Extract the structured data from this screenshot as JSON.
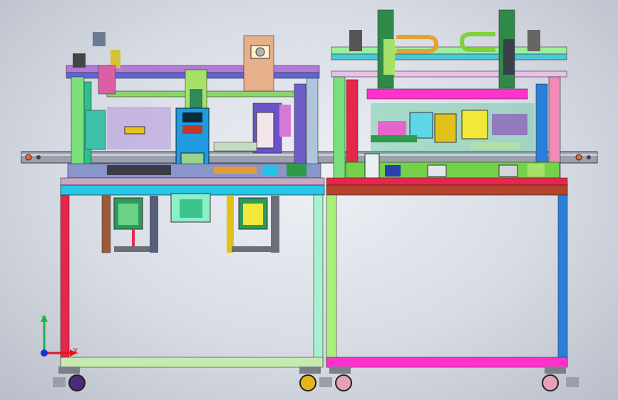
{
  "viewport": {
    "background": "#d7dbe3",
    "description_visible_text": "none"
  },
  "triad": {
    "x_label": "X",
    "y_label": "Y",
    "x_color": "#e2141c",
    "y_color": "#22b14c",
    "z_color": "#1a2fd8"
  },
  "colors": {
    "frame_red": "#e8264a",
    "frame_magenta": "#ff33cc",
    "frame_green": "#a8f07a",
    "frame_blue": "#2a7fd8",
    "panel_cyan": "#26c6e8",
    "panel_brown": "#b5432b",
    "rail_gray": "#8a8fa0",
    "purple_rail": "#8a3fb8",
    "yellow": "#f2d21b",
    "orange_cable": "#e3a233",
    "green_cable": "#7fd23a"
  }
}
